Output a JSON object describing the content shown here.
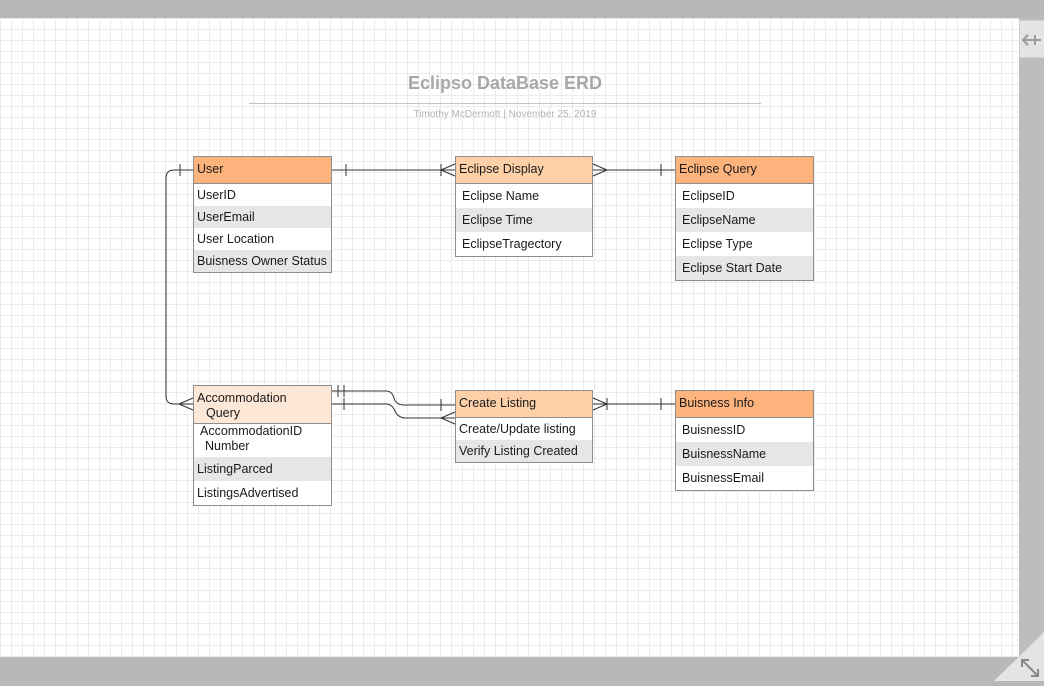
{
  "diagram": {
    "title": "Eclipso DataBase ERD",
    "subtitle": "Timothy McDermott  |  November 25, 2019"
  },
  "entities": {
    "user": {
      "name": "User",
      "fields": [
        "UserID",
        "UserEmail",
        "User Location",
        "Buisness Owner Status"
      ]
    },
    "eclipse_display": {
      "name": "Eclipse Display",
      "fields": [
        "Eclipse Name",
        "Eclipse Time",
        "EclipseTragectory"
      ]
    },
    "eclipse_query": {
      "name": "Eclipse Query",
      "fields": [
        "EclipseID",
        "EclipseName",
        "Eclipse Type",
        "Eclipse Start Date"
      ]
    },
    "accommodation_query": {
      "name_line1": "Accommodation",
      "name_line2": "Query",
      "fields": [
        "AccommodationID",
        "Number",
        "ListingParced",
        "ListingsAdvertised"
      ]
    },
    "create_listing": {
      "name": "Create Listing",
      "fields": [
        "Create/Update listing",
        "Verify Listing Created"
      ]
    },
    "buisness_info": {
      "name": "Buisness Info",
      "fields": [
        "BuisnessID",
        "BuisnessName",
        "BuisnessEmail"
      ]
    }
  },
  "colors": {
    "header_strong": "#fdb37c",
    "header_light": "#fdd0a8",
    "header_pale": "#fde7d7",
    "row_shaded": "#e6e6e6",
    "connector": "#333333"
  },
  "icons": {
    "collapse": "arrows-collapse-icon",
    "resize": "resize-corner-icon"
  }
}
